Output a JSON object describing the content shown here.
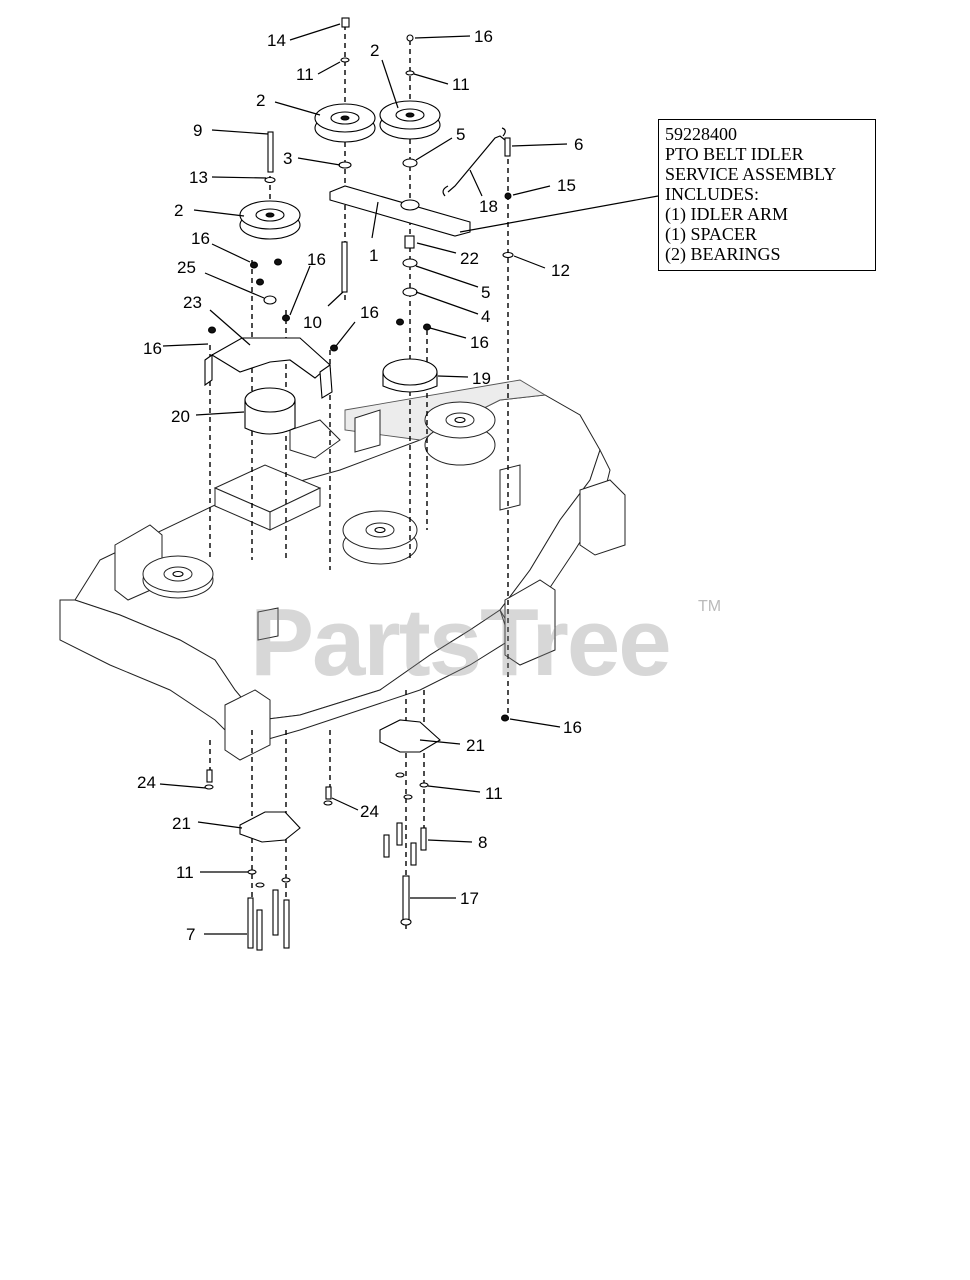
{
  "callouts": [
    {
      "n": "14"
    },
    {
      "n": "16"
    },
    {
      "n": "11"
    },
    {
      "n": "11"
    },
    {
      "n": "2"
    },
    {
      "n": "2"
    },
    {
      "n": "9"
    },
    {
      "n": "3"
    },
    {
      "n": "5"
    },
    {
      "n": "6"
    },
    {
      "n": "13"
    },
    {
      "n": "15"
    },
    {
      "n": "18"
    },
    {
      "n": "2"
    },
    {
      "n": "1"
    },
    {
      "n": "16"
    },
    {
      "n": "22"
    },
    {
      "n": "12"
    },
    {
      "n": "25"
    },
    {
      "n": "16"
    },
    {
      "n": "5"
    },
    {
      "n": "23"
    },
    {
      "n": "4"
    },
    {
      "n": "10"
    },
    {
      "n": "16"
    },
    {
      "n": "16"
    },
    {
      "n": "16"
    },
    {
      "n": "19"
    },
    {
      "n": "20"
    },
    {
      "n": "16"
    },
    {
      "n": "21"
    },
    {
      "n": "24"
    },
    {
      "n": "11"
    },
    {
      "n": "24"
    },
    {
      "n": "21"
    },
    {
      "n": "8"
    },
    {
      "n": "11"
    },
    {
      "n": "17"
    },
    {
      "n": "7"
    }
  ],
  "service_note": {
    "part_number": "59228400",
    "lines": [
      "PTO BELT IDLER",
      "SERVICE ASSEMBLY",
      "INCLUDES:",
      "(1) IDLER ARM",
      "(1) SPACER",
      "(2) BEARINGS"
    ]
  },
  "watermark": {
    "text": "PartsTree",
    "tm": "TM"
  }
}
